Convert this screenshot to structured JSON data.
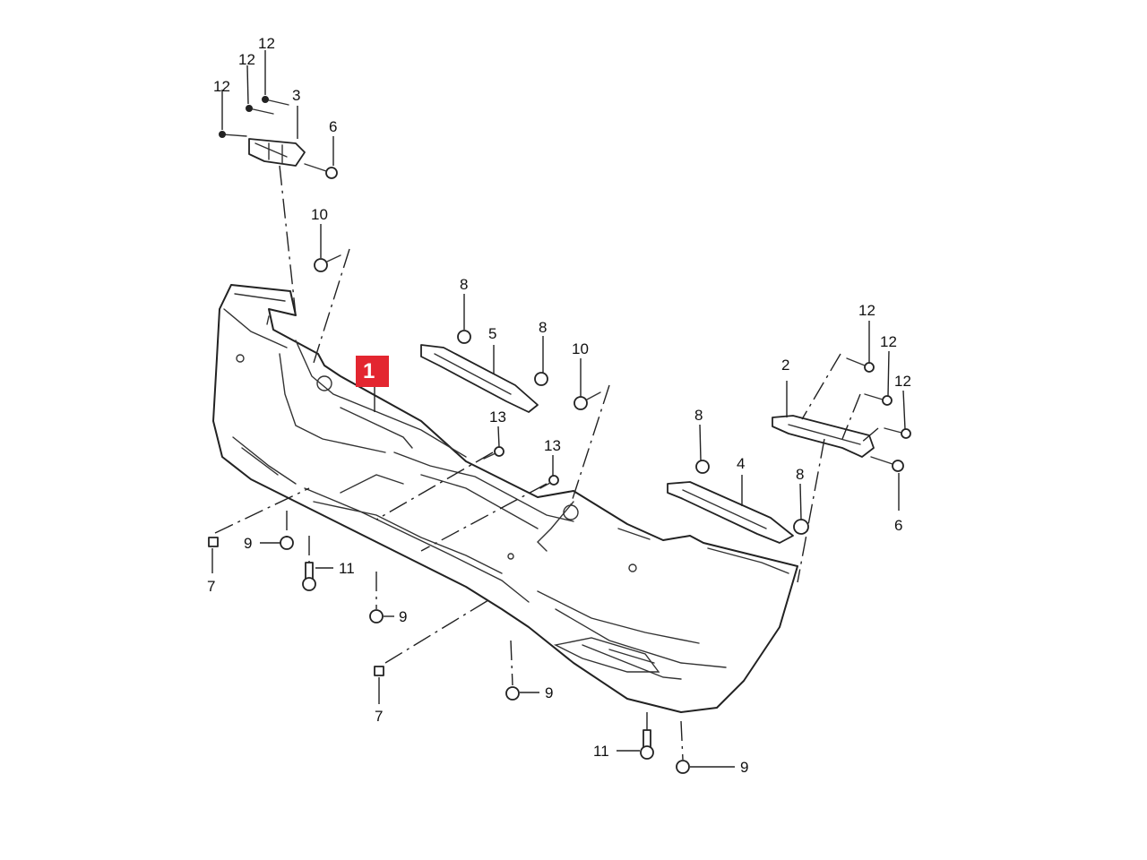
{
  "diagram": {
    "callout_color": "#e32630",
    "labels": {
      "l1": "1",
      "l2": "2",
      "l3": "3",
      "l4": "4",
      "l5": "5",
      "l6a": "6",
      "l6b": "6",
      "l7a": "7",
      "l7b": "7",
      "l8a": "8",
      "l8b": "8",
      "l8c": "8",
      "l8d": "8",
      "l9a": "9",
      "l9b": "9",
      "l9c": "9",
      "l9d": "9",
      "l10a": "10",
      "l10b": "10",
      "l11a": "11",
      "l11b": "11",
      "l12a": "12",
      "l12b": "12",
      "l12c": "12",
      "l12d": "12",
      "l12e": "12",
      "l12f": "12",
      "l13a": "13",
      "l13b": "13"
    }
  }
}
